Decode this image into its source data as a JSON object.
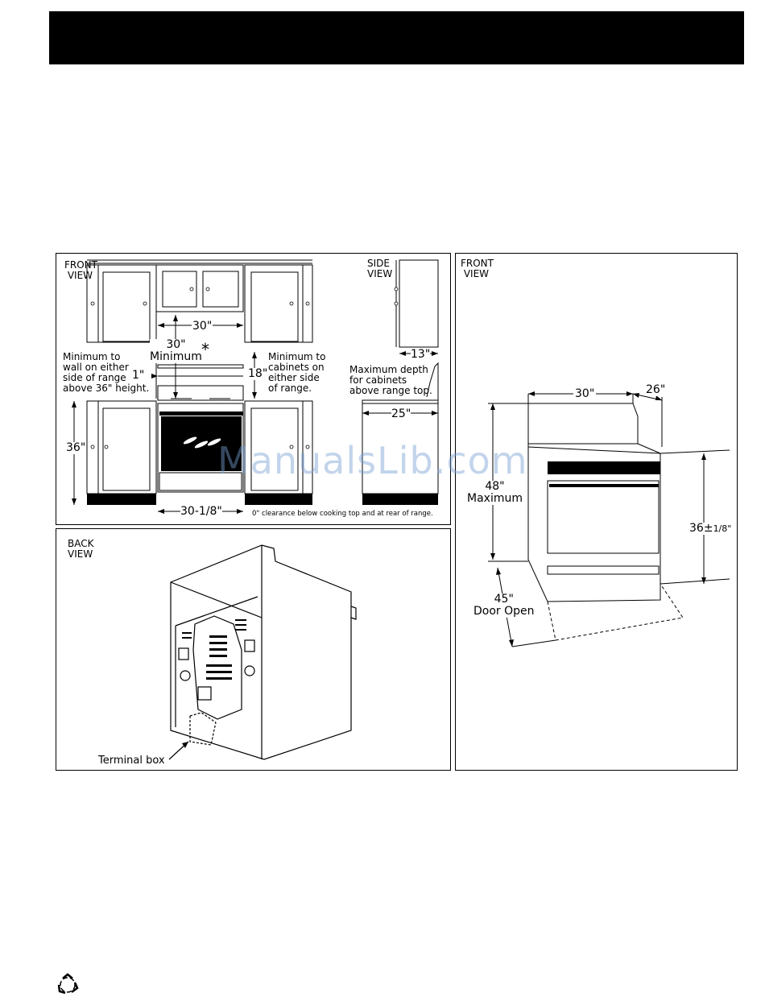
{
  "header": {
    "bg": "#000000"
  },
  "front_view_cabinets": {
    "view_label": "FRONT\nVIEW",
    "side_view_label": "SIDE\nVIEW",
    "dim_30_upper": "30\"",
    "dim_30_min": "30\"\nMinimum",
    "asterisk": "*",
    "dim_1": "1\"",
    "dim_18": "18\"",
    "dim_13": "13\"",
    "dim_36": "36\"",
    "dim_25": "25\"",
    "dim_30_1_8": "30-1/8\"",
    "note_min_wall": "Minimum to\nwall on either\nside of range\nabove 36\" height.",
    "note_min_cabinets": "Minimum to\ncabinets on\neither side\nof range.",
    "note_max_depth": "Maximum depth\nfor cabinets\nabove range top.",
    "note_clearance": "0\" clearance below cooking top and at rear of range."
  },
  "back_view": {
    "view_label": "BACK\nVIEW",
    "terminal_box": "Terminal box"
  },
  "front_view_range": {
    "view_label": "FRONT\nVIEW",
    "dim_30": "30\"",
    "dim_26": "26\"",
    "dim_48": "48\"\nMaximum",
    "dim_36_1_8": "36",
    "pm": "±",
    "frac": "1/8\"",
    "dim_45": "45\"\nDoor Open"
  },
  "watermark": "ManualsLib.com"
}
